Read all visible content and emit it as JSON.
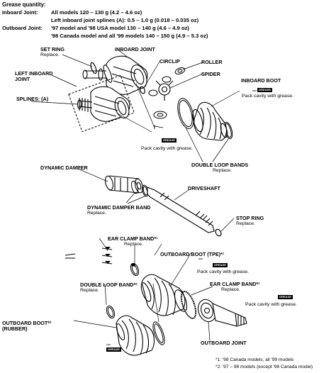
{
  "grease": {
    "title": "Grease quantity:",
    "inboard_label": "Inboard Joint:",
    "inboard_line1": "All models 120 – 130 g (4.2 – 4.6 oz)",
    "inboard_line2": "Left inboard joint splines (A): 0.5 – 1.0 g (0.018 – 0.035 oz)",
    "outboard_label": "Outboard Joint:",
    "outboard_line1": "'97 model and '98 USA model 130 – 140 g (4.6 – 4.9 oz)",
    "outboard_line2": "'98 Canada model and all '99 models 140 – 150 g (4.9 – 5.3 oz)"
  },
  "labels": {
    "set_ring": "SET RING",
    "set_ring_sub": "Replace.",
    "inboard_joint": "INBOARD JOINT",
    "circlip": "CIRCLIP",
    "roller": "ROLLER",
    "left_inboard_joint_1": "LEFT INBOARD",
    "left_inboard_joint_2": "JOINT",
    "spider": "SPIDER",
    "inboard_boot": "INBOARD BOOT",
    "splines": "SPLINES: (A)",
    "pack_grease_1": "Pack cavity with grease.",
    "pack_grease_2": "Pack cavity with grease.",
    "pack_grease_3": "Pack cavity with grease.",
    "pack_grease_4": "Pack cavity with grease.",
    "double_loop_bands": "DOUBLE LOOP BANDS",
    "double_loop_bands_sub": "Replace.",
    "dynamic_damper": "DYNAMIC DAMPER",
    "driveshaft": "DRIVESHAFT",
    "dynamic_damper_band": "DYNAMIC DAMPER BAND",
    "dynamic_damper_band_sub": "Replace.",
    "stop_ring": "STOP RING",
    "stop_ring_sub": "Replace.",
    "ear_clamp_band_1": "EAR CLAMP BAND*¹",
    "ear_clamp_band_1_sub": "Replace.",
    "outboard_boot_tpe": "OUTBOARD BOOT (TPE)*¹",
    "double_loop_band_2": "DOUBLE LOOP BAND*²",
    "double_loop_band_2_sub": "Replace.",
    "ear_clamp_band_2": "EAR CLAMP BAND*¹",
    "ear_clamp_band_2_sub": "Replace.",
    "outboard_boot_rubber_1": "OUTBOARD BOOT*²",
    "outboard_boot_rubber_2": "(RUBBER)",
    "outboard_joint": "OUTBOARD JOINT"
  },
  "tube_tag": "GREASE",
  "footnotes": {
    "note1": "*1: '98 Canada models,  all '99 models",
    "note2": "*2: '97 – 98 models (except '98 Canada model)"
  }
}
